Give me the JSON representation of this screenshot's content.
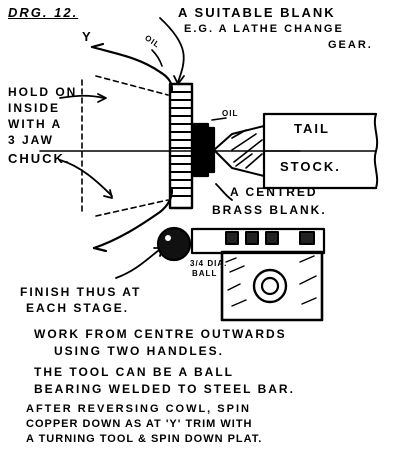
{
  "drawing": {
    "title": "DRG. 12.",
    "labels": {
      "suitable_blank_1": "A SUITABLE BLANK",
      "suitable_blank_2": "E.G. A LATHE CHANGE",
      "suitable_blank_3": "GEAR.",
      "hold_1": "HOLD ON",
      "hold_2": "INSIDE",
      "hold_3": "WITH A",
      "hold_4": "3 JAW",
      "chuck": "CHUCK.",
      "oil_1": "OIL",
      "oil_2": "OIL",
      "tail": "TAIL",
      "stock": "STOCK.",
      "y_mark": "Y",
      "centred_1": "A CENTRED",
      "centred_2": "BRASS BLANK.",
      "ball_size_1": "3/4 DIA.",
      "ball_size_2": "BALL",
      "finish_1": "FINISH THUS AT",
      "finish_2": "EACH STAGE."
    },
    "notes": [
      "WORK FROM CENTRE OUTWARDS",
      "USING TWO HANDLES.",
      "THE TOOL CAN BE A BALL",
      "BEARING WELDED TO STEEL BAR.",
      "AFTER REVERSING COWL, SPIN",
      "COPPER DOWN AS AT 'Y' TRIM WITH",
      "A TURNING TOOL & SPIN DOWN PLAT."
    ]
  }
}
